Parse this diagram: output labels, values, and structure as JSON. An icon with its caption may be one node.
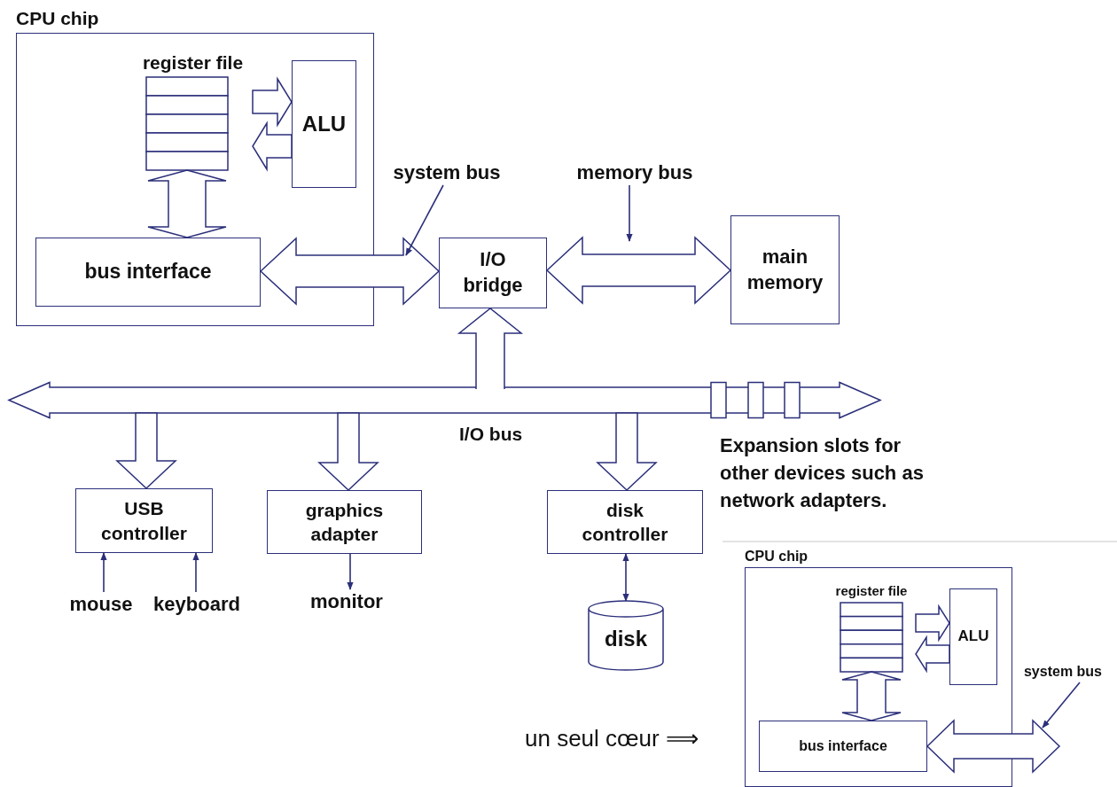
{
  "diagram": {
    "nodes": [
      {
        "text": [
          "CPU chip"
        ]
      },
      {
        "text": [
          "register file"
        ],
        "in": 0
      },
      {
        "text": [
          "ALU"
        ],
        "in": 0
      },
      {
        "text": [
          "bus interface"
        ],
        "in": 0
      },
      {
        "text": [
          "system bus"
        ]
      },
      {
        "text": [
          "memory bus"
        ]
      },
      {
        "text": [
          "I/O bridge"
        ]
      },
      {
        "text": [
          "main memory"
        ]
      },
      {
        "text": [],
        "shape": "bar"
      },
      {
        "text": [
          "USB controller"
        ]
      },
      {
        "text": [
          "graphics adapter"
        ]
      },
      {
        "text": [
          "disk controller"
        ]
      },
      {
        "text": [
          "mouse"
        ]
      },
      {
        "text": [
          "keyboard"
        ]
      },
      {
        "text": [
          "monitor"
        ]
      },
      {
        "text": [
          "disk"
        ]
      },
      {
        "text": [
          "CPU chip"
        ]
      },
      {
        "text": [
          "register file"
        ],
        "in": 16
      },
      {
        "text": [
          "ALU"
        ],
        "in": 16
      },
      {
        "text": [
          "bus interface"
        ],
        "in": 16
      },
      {
        "text": [
          "system bus"
        ]
      }
    ],
    "edges": [
      {
        "from": 1,
        "to": 2,
        "arrow": "to",
        "style": "thick"
      },
      {
        "from": 2,
        "to": 1,
        "arrow": "to",
        "style": "thick"
      },
      {
        "from": 1,
        "to": 3,
        "arrow": "both",
        "style": "thick"
      },
      {
        "from": 3,
        "to": 6,
        "arrow": "both",
        "style": "thick"
      },
      {
        "from": 4,
        "to": null,
        "arrow": "to"
      },
      {
        "from": 6,
        "to": 7,
        "arrow": "both",
        "style": "thick"
      },
      {
        "from": 5,
        "to": null,
        "arrow": "to"
      },
      {
        "from": 8,
        "to": 6,
        "arrow": "to",
        "style": "thick"
      },
      {
        "from": 8,
        "to": 9,
        "arrow": "to",
        "style": "thick"
      },
      {
        "from": 8,
        "to": 10,
        "arrow": "to",
        "style": "thick"
      },
      {
        "from": 8,
        "to": 11,
        "arrow": "to",
        "style": "thick"
      },
      {
        "from": 12,
        "to": 9,
        "arrow": "to"
      },
      {
        "from": 13,
        "to": 9,
        "arrow": "to"
      },
      {
        "from": 10,
        "to": 14,
        "arrow": "to"
      },
      {
        "from": 11,
        "to": 15,
        "arrow": "both"
      },
      {
        "from": 17,
        "to": 18,
        "arrow": "to",
        "style": "thick"
      },
      {
        "from": 18,
        "to": 17,
        "arrow": "to",
        "style": "thick"
      },
      {
        "from": 17,
        "to": 19,
        "arrow": "both",
        "style": "thick"
      },
      {
        "from": 19,
        "to": null,
        "arrow": "both",
        "style": "thick"
      },
      {
        "from": 20,
        "to": null,
        "arrow": "to"
      }
    ],
    "labels": [
      "I/O bus",
      "Expansion slots for other devices such as network adapters.",
      "un seul cœur ⟹"
    ]
  }
}
